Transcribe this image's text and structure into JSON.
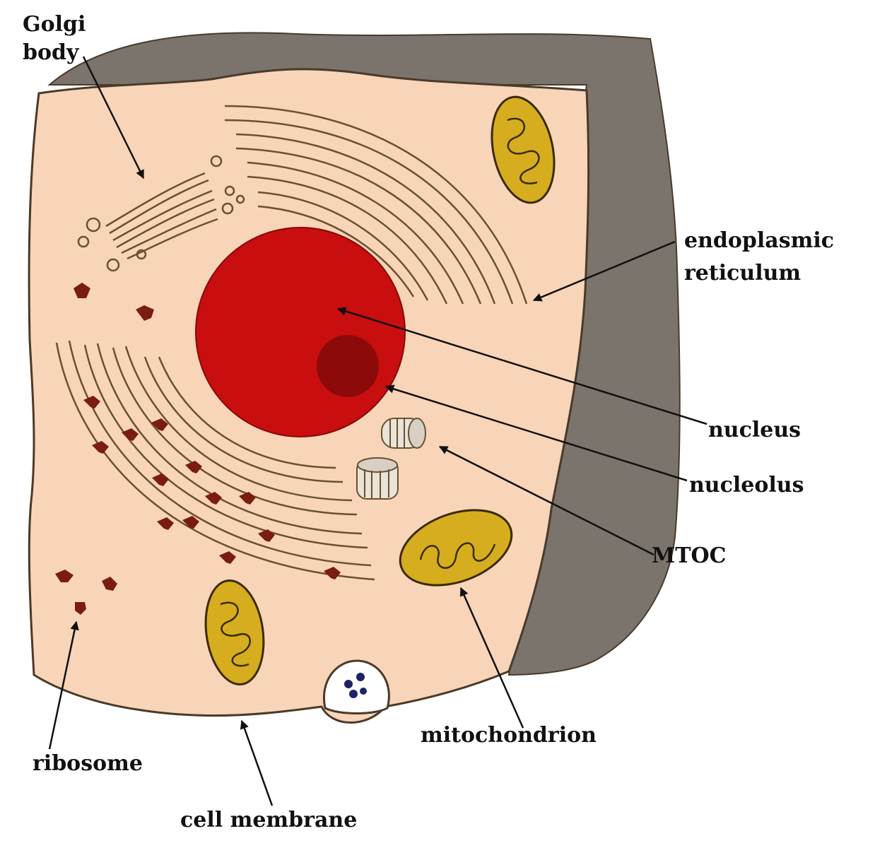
{
  "labels": {
    "golgi_line1": "Golgi",
    "golgi_line2": "body",
    "er_line1": "endoplasmic",
    "er_line2": "reticulum",
    "nucleus": "nucleus",
    "nucleolus": "nucleolus",
    "mtoc": "MTOC",
    "mitochondrion": "mitochondrion",
    "ribosome": "ribosome",
    "cell_membrane": "cell membrane"
  },
  "colors": {
    "cytoplasm": "#f8d5b8",
    "cell_wall_shadow": "#7a746c",
    "nucleus": "#c80e0e",
    "nucleolus": "#8c0a0a",
    "mitochondrion": "#d6ad1e",
    "ribosome": "#7a1c10",
    "vesicle_dots": "#1c2466",
    "outline": "#4a3a2a",
    "arrow": "#111111"
  }
}
